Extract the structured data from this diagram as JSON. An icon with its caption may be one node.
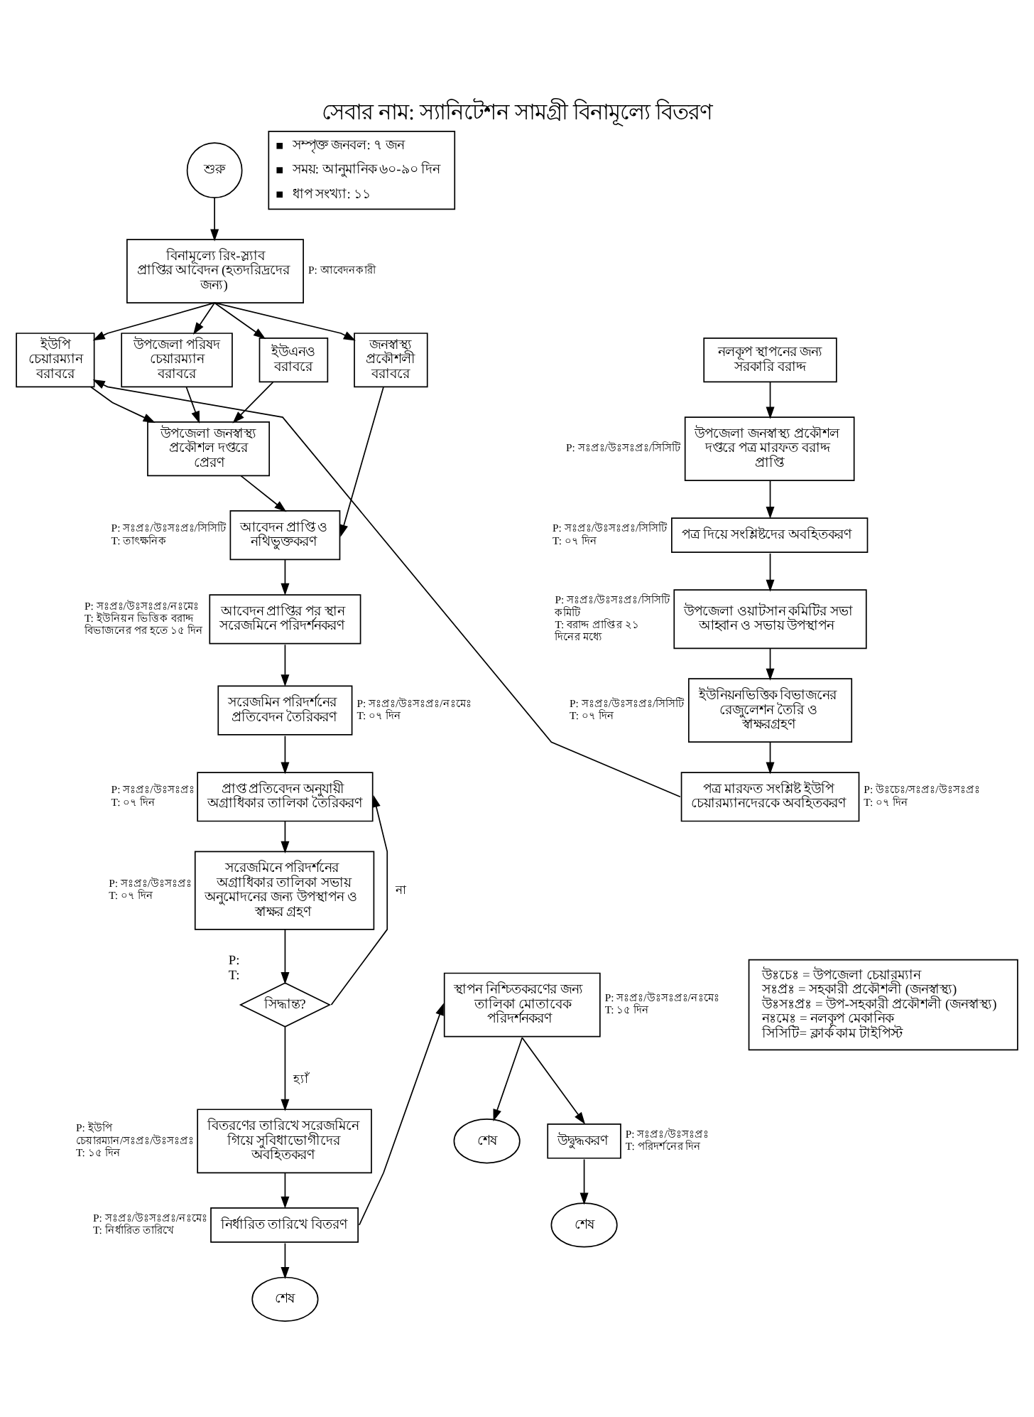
{
  "diagram": {
    "title": "সেবার নাম: স্যানিটেশন সামগ্রী বিনামূল্যে বিতরণ",
    "nodes": [
      {
        "text": [
          "শুরু"
        ]
      },
      {
        "text": [
          "সম্পৃক্ত জনবল: ৭ জন",
          "সময়: আনুমানিক ৬০-৯০ দিন",
          "ধাপ সংখ্যা: ১১"
        ]
      },
      {
        "text": [
          "বিনামূল্যে রিং-স্ল্যাব প্রাপ্তির আবেদন (হতদরিদ্রদের জন্য)"
        ],
        "beside": [
          "P: আবেদনকারী"
        ]
      },
      {
        "text": [
          "ইউপি চেয়ারম্যান বরাবরে"
        ]
      },
      {
        "text": [
          "উপজেলা পরিষদ চেয়ারম্যান বরাবরে"
        ]
      },
      {
        "text": [
          "ইউএনও বরাবরে"
        ]
      },
      {
        "text": [
          "জনস্বাস্থ্য প্রকৌশলী বরাবরে"
        ]
      },
      {
        "text": [
          "উপজেলা জনস্বাস্থ্য প্রকৌশল দপ্তরে প্রেরণ"
        ]
      },
      {
        "text": [
          "আবেদন প্রাপ্তি ও নথিভুক্তকরণ"
        ],
        "beside": [
          "P: সঃপ্রঃ/উঃসঃপ্রঃ/সিসিটি",
          "T: তাৎক্ষনিক"
        ]
      },
      {
        "text": [
          "আবেদন প্রাপ্তির পর স্থান সরেজমিনে পরিদর্শনকরণ"
        ],
        "beside": [
          "P: সঃপ্রঃ/উঃসঃপ্রঃ/নঃমেঃ",
          "T: ইউনিয়ন ভিত্তিক বরাদ্দ বিভাজনের পর হতে ১৫ দিন"
        ]
      },
      {
        "text": [
          "সরেজমিন পরিদর্শনের প্রতিবেদন তৈরিকরণ"
        ],
        "beside": [
          "P: সঃপ্রঃ/উঃসঃপ্রঃ/নঃমেঃ",
          "T: ০৭ দিন"
        ]
      },
      {
        "text": [
          "প্রাপ্ত প্রতিবেদন অনুযায়ী অগ্রাধিকার তালিকা তৈরিকরণ"
        ],
        "beside": [
          "P: সঃপ্রঃ/উঃসঃপ্রঃ",
          "T: ০৭ দিন"
        ]
      },
      {
        "text": [
          "সরেজমিনে পরিদর্শনের অগ্রাধিকার তালিকা সভায় অনুমোদনের জন্য উপস্থাপন ও স্বাক্ষর গ্রহণ"
        ],
        "beside": [
          "P: সঃপ্রঃ/উঃসঃপ্রঃ",
          "T: ০৭ দিন"
        ]
      },
      {
        "text": [
          "সিদ্ধান্ত?"
        ],
        "beside": [
          "P:",
          "T:"
        ]
      },
      {
        "text": [
          "বিতরণের তারিখে সরেজমিনে গিয়ে সুবিধাভোগীদের অবহিতকরণ"
        ],
        "beside": [
          "P: ইউপি চেয়ারম্যান/সঃপ্রঃ/উঃসঃপ্রঃ",
          "T: ১৫ দিন"
        ]
      },
      {
        "text": [
          "নির্ধারিত তারিখে বিতরণ"
        ],
        "beside": [
          "P: সঃপ্রঃ/উঃসঃপ্রঃ/নঃমেঃ",
          "T: নির্ধারিত তারিখে"
        ]
      },
      {
        "text": [
          "শেষ"
        ]
      },
      {
        "text": [
          "স্থাপন নিশ্চিতকরণের জন্য তালিকা মোতাবেক পরিদর্শনকরণ"
        ],
        "beside": [
          "P: সঃপ্রঃ/উঃসঃপ্রঃ/নঃমেঃ",
          "T: ১৫ দিন"
        ]
      },
      {
        "text": [
          "শেষ"
        ]
      },
      {
        "text": [
          "উদ্বুদ্ধকরণ"
        ],
        "beside": [
          "P: সঃপ্রঃ/উঃসঃপ্রঃ",
          "T: পরিদর্শনের দিন"
        ]
      },
      {
        "text": [
          "শেষ"
        ]
      },
      {
        "text": [
          "নলকূপ স্থাপনের জন্য সরকারি বরাদ্দ"
        ]
      },
      {
        "text": [
          "উপজেলা জনস্বাস্থ্য প্রকৌশল দপ্তরে পত্র মারফত বরাদ্দ প্রাপ্তি"
        ],
        "beside": [
          "P: সঃপ্রঃ/উঃসঃপ্রঃ/সিসিটি"
        ]
      },
      {
        "text": [
          "পত্র দিয়ে সংশ্লিষ্টদের অবহিতকরণ"
        ],
        "beside": [
          "P: সঃপ্রঃ/উঃসঃপ্রঃ/সিসিটি",
          "T: ০৭ দিন"
        ]
      },
      {
        "text": [
          "উপজেলা ওয়াটসান কমিটির সভা আহ্বান ও সভায় উপস্থাপন"
        ],
        "beside": [
          "P: সঃপ্রঃ/উঃসঃপ্রঃ/সিসিটি কমিটি",
          "T: বরাদ্দ প্রাপ্তির ২১ দিনের মধ্যে"
        ]
      },
      {
        "text": [
          "ইউনিয়নভিত্তিক বিভাজনের রেজুলেশন তৈরি ও স্বাক্ষরগ্রহণ"
        ],
        "beside": [
          "P: সঃপ্রঃ/উঃসঃপ্রঃ/সিসিটি",
          "T: ০৭ দিন"
        ]
      },
      {
        "text": [
          "পত্র মারফত সংশ্লিষ্ট ইউপি চেয়ারম্যানদেরকে অবহিতকরণ"
        ],
        "beside": [
          "P: উঃচেঃ/সঃপ্রঃ/উঃসঃপ্রঃ",
          "T: ০৭ দিন"
        ]
      },
      {
        "text": [
          "উঃচেঃ = উপজেলা চেয়ারম্যান",
          "সঃপ্রঃ = সহকারী প্রকৌশলী (জনস্বাস্থ্য)",
          "উঃসঃপ্রঃ = উপ-সহকারী প্রকৌশলী (জনস্বাস্থ্য)",
          "নঃমেঃ = নলকূপ মেকানিক",
          "সিসিটি= ক্লার্ক কাম টাইপিস্ট"
        ]
      }
    ],
    "edges": [
      {
        "from": 0,
        "to": 2,
        "arrow": "to"
      },
      {
        "from": 2,
        "to": 3,
        "arrow": "to"
      },
      {
        "from": 2,
        "to": 4,
        "arrow": "to"
      },
      {
        "from": 2,
        "to": 5,
        "arrow": "to"
      },
      {
        "from": 2,
        "to": 6,
        "arrow": "to"
      },
      {
        "from": 3,
        "to": 7,
        "arrow": "to"
      },
      {
        "from": 4,
        "to": 7,
        "arrow": "to"
      },
      {
        "from": 5,
        "to": 7,
        "arrow": "to"
      },
      {
        "from": 6,
        "to": 8,
        "arrow": "to"
      },
      {
        "from": 7,
        "to": 8,
        "arrow": "to"
      },
      {
        "from": 8,
        "to": 9,
        "arrow": "to"
      },
      {
        "from": 9,
        "to": 10,
        "arrow": "to"
      },
      {
        "from": 10,
        "to": 11,
        "arrow": "to"
      },
      {
        "from": 11,
        "to": 12,
        "arrow": "to"
      },
      {
        "from": 12,
        "to": 13,
        "arrow": "to"
      },
      {
        "from": 13,
        "to": 11,
        "arrow": "to",
        "label": "না"
      },
      {
        "from": 13,
        "to": 14,
        "arrow": "to",
        "label": "হ্যাঁ"
      },
      {
        "from": 14,
        "to": 15,
        "arrow": "to"
      },
      {
        "from": 15,
        "to": 17,
        "arrow": "to"
      },
      {
        "from": 15,
        "to": 16,
        "arrow": "to"
      },
      {
        "from": 17,
        "to": 18,
        "arrow": "to"
      },
      {
        "from": 17,
        "to": 19,
        "arrow": "to"
      },
      {
        "from": 19,
        "to": 20,
        "arrow": "to"
      },
      {
        "from": 21,
        "to": 22,
        "arrow": "to"
      },
      {
        "from": 22,
        "to": 23,
        "arrow": "to"
      },
      {
        "from": 23,
        "to": 24,
        "arrow": "to"
      },
      {
        "from": 24,
        "to": 25,
        "arrow": "to"
      },
      {
        "from": 25,
        "to": 26,
        "arrow": "to"
      },
      {
        "from": 26,
        "to": 3,
        "arrow": "to"
      }
    ]
  }
}
